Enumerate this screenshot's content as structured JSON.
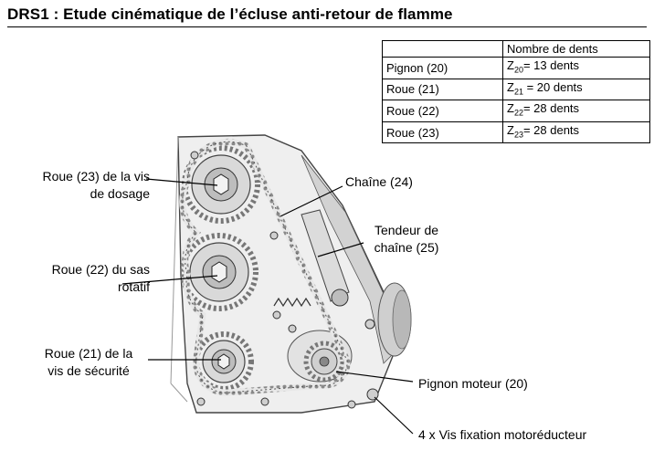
{
  "title": "DRS1 : Etude cinématique de l’écluse anti-retour de flamme",
  "teeth_table": {
    "header": [
      "",
      "Nombre de dents"
    ],
    "rows": [
      [
        "Pignon (20)",
        "Z",
        "20",
        "= 13 dents"
      ],
      [
        "Roue (21)",
        "Z",
        "21",
        " = 20 dents"
      ],
      [
        "Roue (22)",
        "Z",
        "22",
        "= 28 dents"
      ],
      [
        "Roue (23)",
        "Z",
        "23",
        "= 28 dents"
      ]
    ]
  },
  "labels": {
    "roue23": [
      "Roue (23) de la vis",
      "de dosage"
    ],
    "roue22": [
      "Roue (22) du sas",
      "rotatif"
    ],
    "roue21": [
      "Roue (21) de la",
      "vis de sécurité"
    ],
    "chaine": "Chaîne (24)",
    "tendeur": [
      "Tendeur de",
      "chaîne (25)"
    ],
    "pignon": "Pignon moteur (20)",
    "vis": "4 x Vis fixation motoréducteur"
  }
}
